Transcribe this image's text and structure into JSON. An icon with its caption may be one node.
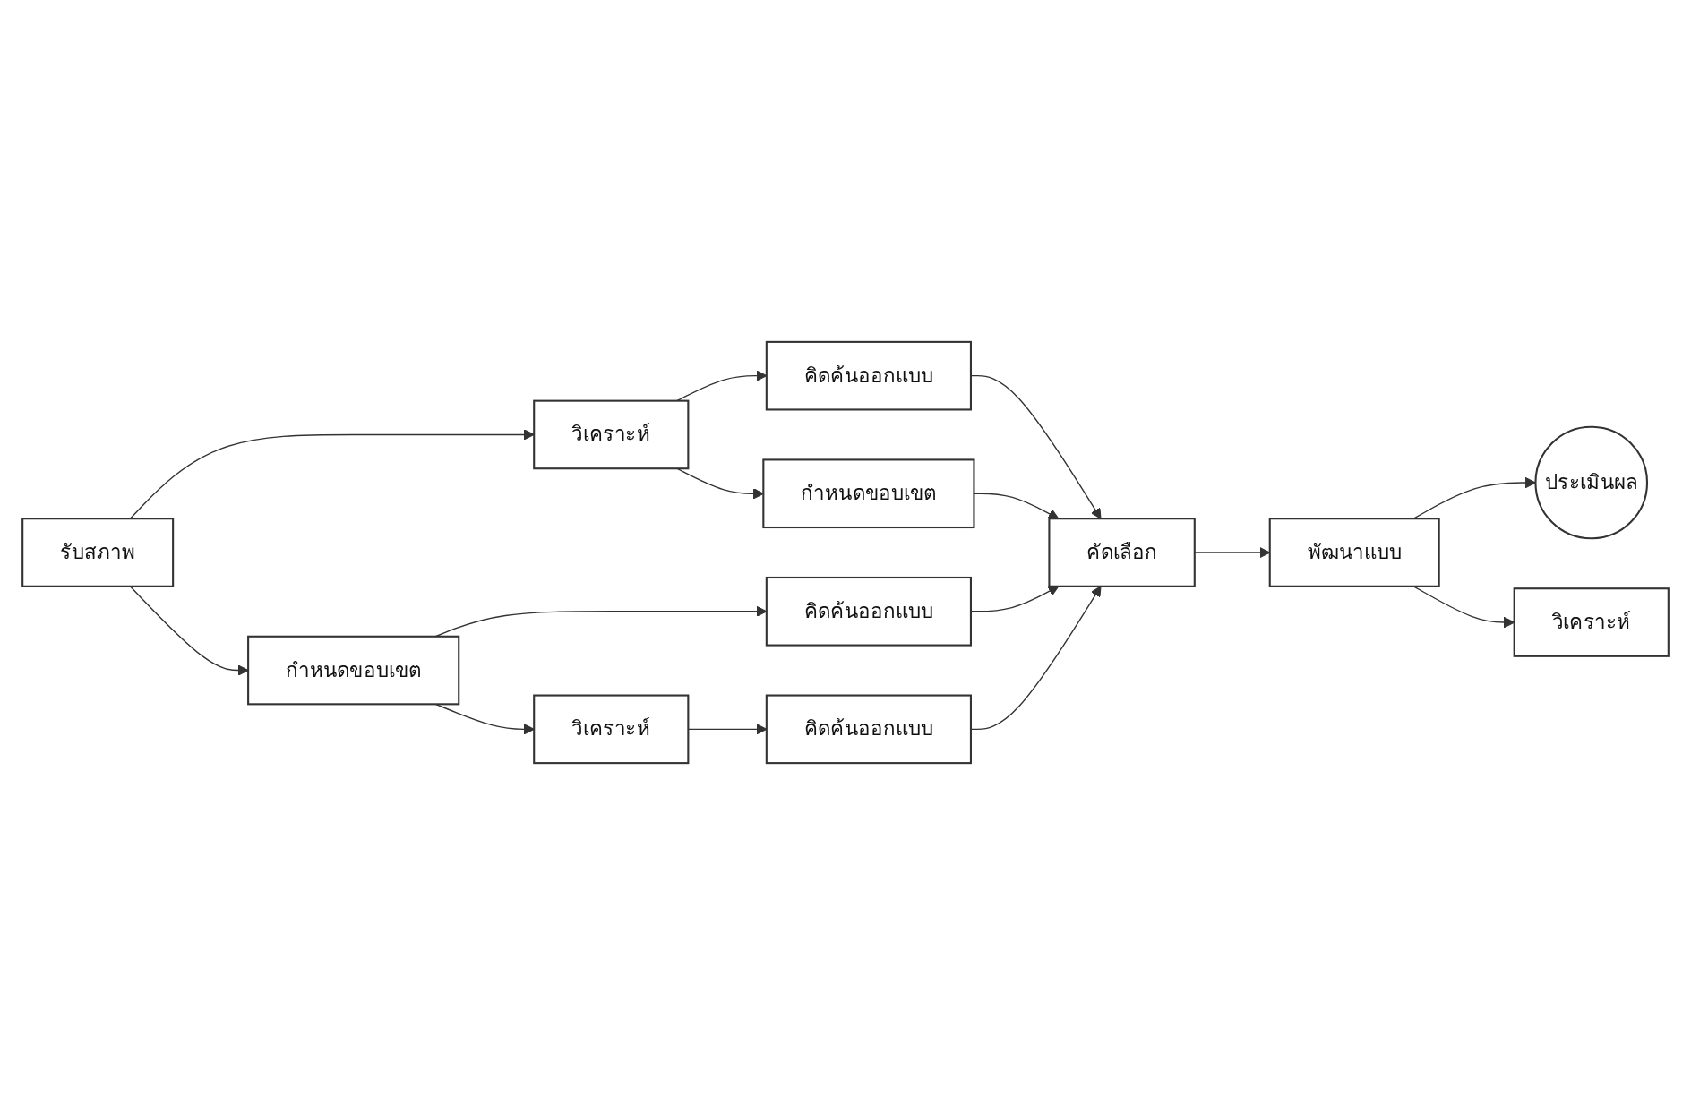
{
  "diagram": {
    "nodes": [
      {
        "text": [
          "รับสภาพ"
        ]
      },
      {
        "text": [
          "วิเคราะห์"
        ]
      },
      {
        "text": [
          "คิดค้นออกแบบ"
        ]
      },
      {
        "text": [
          "กำหนดขอบเขต"
        ]
      },
      {
        "text": [
          "กำหนดขอบเขต"
        ]
      },
      {
        "text": [
          "คิดค้นออกแบบ"
        ]
      },
      {
        "text": [
          "วิเคราะห์"
        ]
      },
      {
        "text": [
          "คัดเลือก"
        ]
      },
      {
        "text": [
          "คิดค้นออกแบบ"
        ]
      },
      {
        "text": [
          "พัฒนาแบบ"
        ]
      },
      {
        "text": [
          "วิเคราะห์"
        ]
      },
      {
        "text": [
          "ประเมินผล"
        ]
      }
    ],
    "edges": [
      {
        "from": 0,
        "to": 1,
        "arrow": "to"
      },
      {
        "from": 0,
        "to": 4,
        "arrow": "to"
      },
      {
        "from": 1,
        "to": 2,
        "arrow": "to"
      },
      {
        "from": 1,
        "to": 3,
        "arrow": "to"
      },
      {
        "from": 4,
        "to": 5,
        "arrow": "to"
      },
      {
        "from": 4,
        "to": 6,
        "arrow": "to"
      },
      {
        "from": 2,
        "to": 7,
        "arrow": "to"
      },
      {
        "from": 3,
        "to": 7,
        "arrow": "to"
      },
      {
        "from": 5,
        "to": 7,
        "arrow": "to"
      },
      {
        "from": 6,
        "to": 8,
        "arrow": "to"
      },
      {
        "from": 8,
        "to": 7,
        "arrow": "to"
      },
      {
        "from": 7,
        "to": 9,
        "arrow": "to"
      },
      {
        "from": 9,
        "to": 11,
        "arrow": "to"
      },
      {
        "from": 9,
        "to": 10,
        "arrow": "to"
      }
    ]
  }
}
